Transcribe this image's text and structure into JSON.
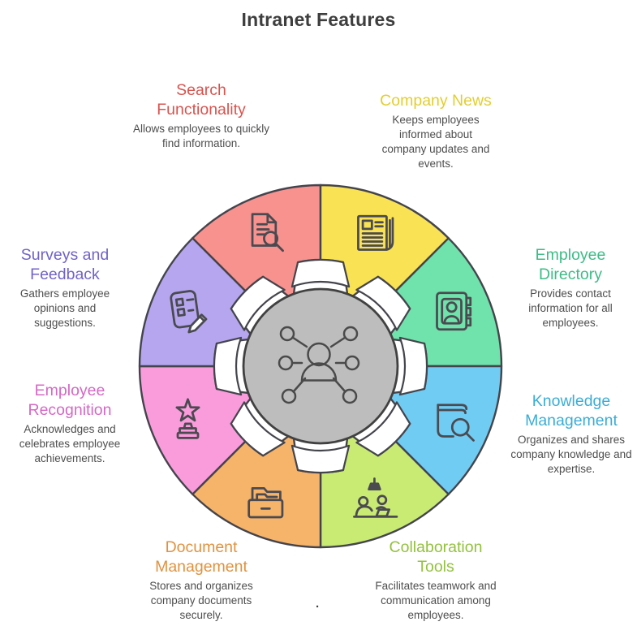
{
  "title": "Intranet Features",
  "title_color": "#3e3e3e",
  "outline_color": "#44444c",
  "icon_stroke_color": "#4a4a50",
  "description_color": "#4e4e4e",
  "footnote_dot": ".",
  "center": {
    "icon": "people-network-icon",
    "fill": "#bdbdbd",
    "stroke": "#414141"
  },
  "segments": [
    {
      "name": "search-functionality",
      "label": "Search Functionality",
      "description": "Allows employees to quickly find information.",
      "wedge_color": "#f7928f",
      "label_color": "#d9534e",
      "icon": "document-search-icon"
    },
    {
      "name": "company-news",
      "label": "Company News",
      "description": "Keeps employees informed about company updates and events.",
      "wedge_color": "#f9e253",
      "label_color": "#e2ce30",
      "icon": "newspaper-icon"
    },
    {
      "name": "employee-directory",
      "label": "Employee Directory",
      "description": "Provides contact information for all employees.",
      "wedge_color": "#6fe3ab",
      "label_color": "#3cbc86",
      "icon": "address-book-icon"
    },
    {
      "name": "knowledge-management",
      "label": "Knowledge Management",
      "description": "Organizes and shares company knowledge and expertise.",
      "wedge_color": "#70ccf3",
      "label_color": "#3badd6",
      "icon": "book-search-icon"
    },
    {
      "name": "collaboration-tools",
      "label": "Collaboration Tools",
      "description": "Facilitates teamwork and communication among employees.",
      "wedge_color": "#c9eb74",
      "label_color": "#93c13e",
      "icon": "team-meeting-icon"
    },
    {
      "name": "document-management",
      "label": "Document Management",
      "description": "Stores and organizes company documents securely.",
      "wedge_color": "#f6b36a",
      "label_color": "#e0923f",
      "icon": "file-drawer-icon"
    },
    {
      "name": "employee-recognition",
      "label": "Employee Recognition",
      "description": "Acknowledges and celebrates employee achievements.",
      "wedge_color": "#fa9cdc",
      "label_color": "#d568c5",
      "icon": "star-trophy-icon"
    },
    {
      "name": "surveys-and-feedback",
      "label": "Surveys and Feedback",
      "description": "Gathers employee opinions and suggestions.",
      "wedge_color": "#b5a6ef",
      "label_color": "#7163c8",
      "icon": "checklist-pencil-icon"
    }
  ]
}
